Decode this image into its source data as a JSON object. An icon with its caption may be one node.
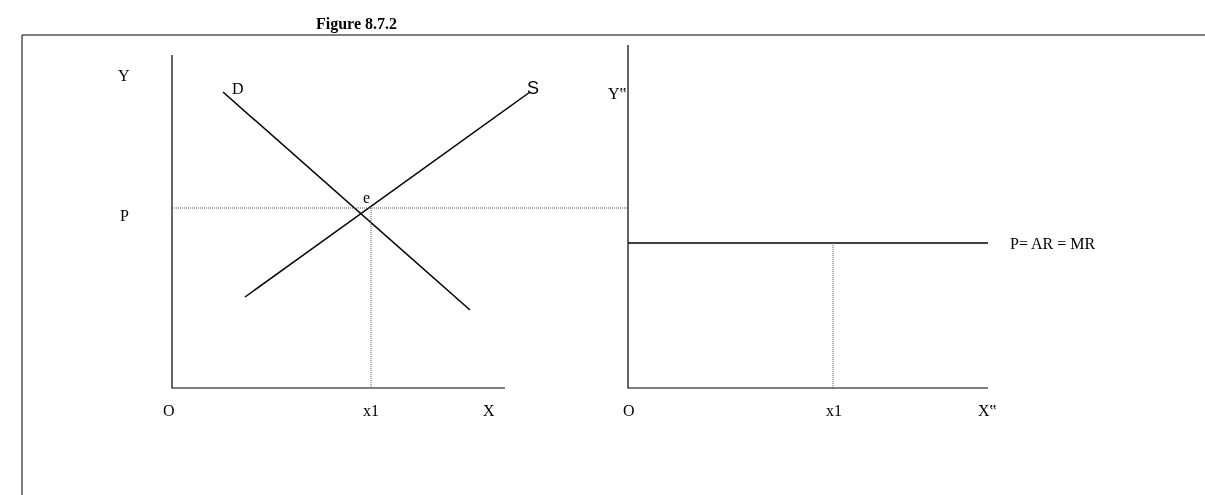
{
  "diagram": {
    "title": "Figure 8.7.2",
    "labels": [
      "Y",
      "D",
      "S",
      "Y‟",
      "P",
      "e",
      "P= AR = MR",
      "O",
      "x1",
      "X",
      "O",
      "x1",
      "X‟"
    ]
  }
}
